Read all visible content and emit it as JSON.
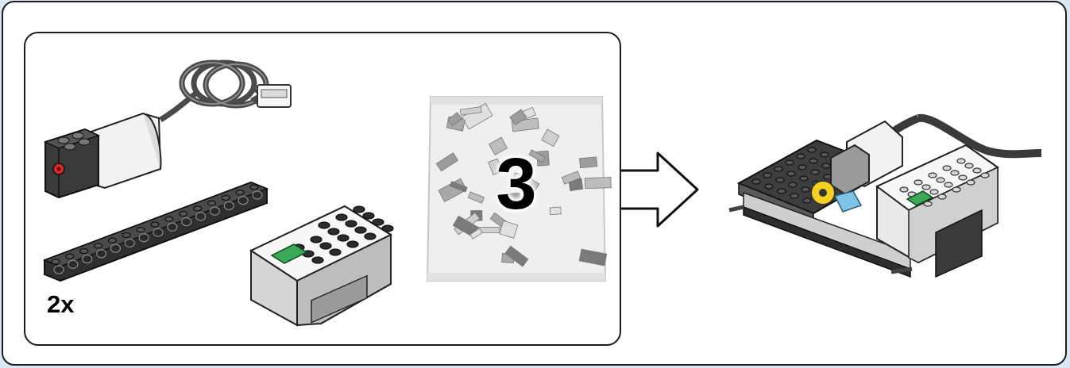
{
  "panel": {
    "required_parts_quantity": "2x",
    "bag_number": "3"
  },
  "icons": {
    "motor": "lego-motor-with-cable",
    "beam": "lego-technic-beam",
    "hub": "lego-smarthub",
    "bag": "parts-bag",
    "arrow": "result-arrow",
    "model": "assembled-model"
  },
  "colors": {
    "page_background": "#dbe8f4",
    "frame_border": "#1c1c1c",
    "brick_dark": "#2f2f2f",
    "brick_white": "#f2f2f2",
    "hub_button": "#3aa856",
    "motor_red": "#d42a2a",
    "gear_yellow": "#f3d221",
    "part_blue": "#7ec4e8"
  }
}
